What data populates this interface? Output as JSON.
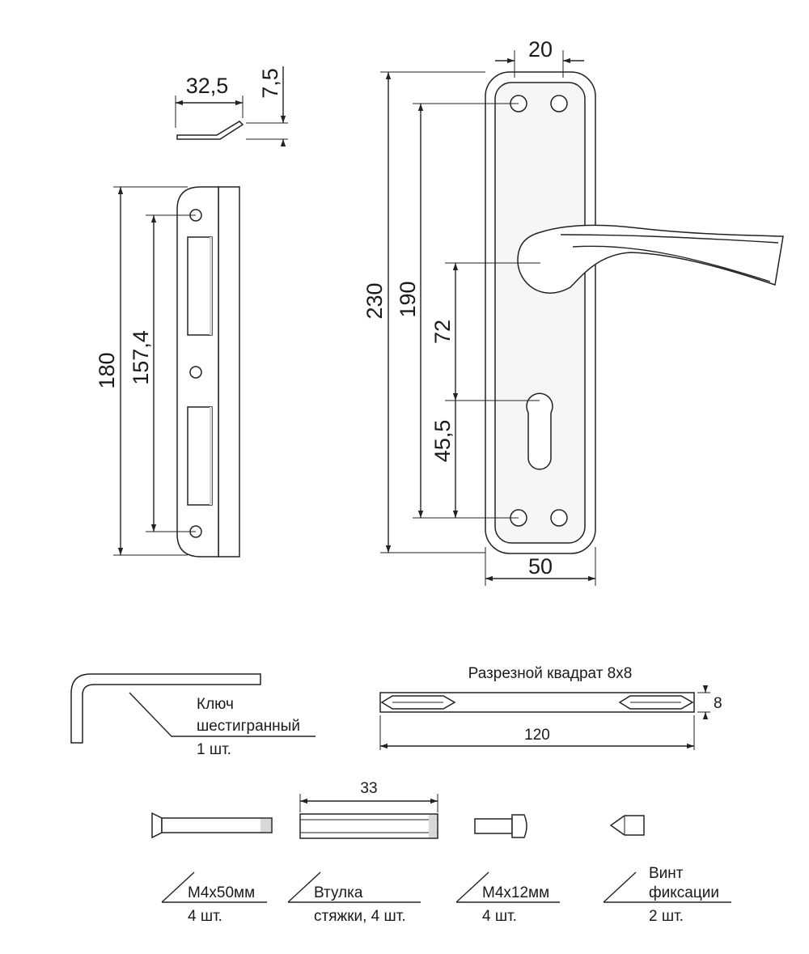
{
  "dimensions": {
    "hinge_width": "32,5",
    "hinge_height": "7,5",
    "strike_length": "180",
    "strike_hole_spacing": "157,4",
    "plate_length": "230",
    "plate_hole_spacing": "190",
    "handle_to_cylinder": "72",
    "cylinder_to_hole": "45,5",
    "plate_top_width": "20",
    "plate_width": "50"
  },
  "accessories": {
    "hex_key": {
      "line1": "Ключ",
      "line2": "шестигранный",
      "qty": "1 шт."
    },
    "spindle": {
      "title": "Разрезной квадрат 8x8",
      "thickness": "8",
      "length": "120"
    },
    "sleeve_length": "33",
    "screw_long": {
      "name": "M4x50мм",
      "qty": "4 шт."
    },
    "sleeve": {
      "line1": "Втулка",
      "line2": "стяжки, 4 шт."
    },
    "screw_short": {
      "name": "M4x12мм",
      "qty": "4 шт."
    },
    "fix_screw": {
      "line1": "Винт",
      "line2": "фиксации",
      "qty": "2 шт."
    }
  }
}
